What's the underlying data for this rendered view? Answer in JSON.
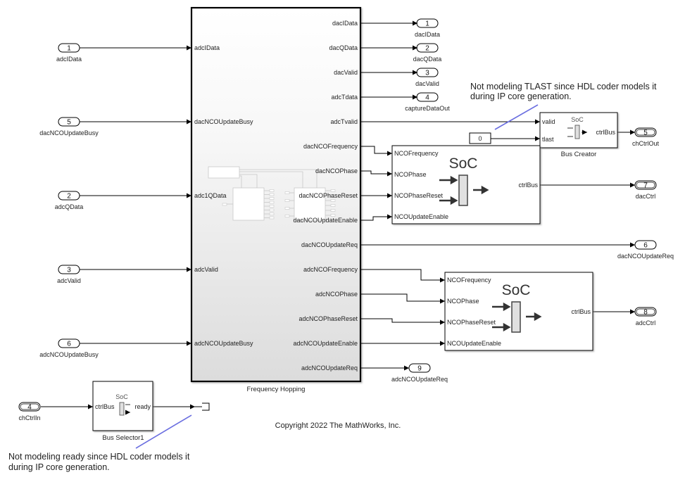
{
  "diagram": {
    "copyright": "Copyright 2022 The MathWorks, Inc.",
    "notes": {
      "tlast": [
        "Not modeling TLAST since HDL coder models it",
        "during IP core generation."
      ],
      "ready": [
        "Not modeling ready since HDL coder models it",
        "during IP core generation."
      ]
    },
    "inports": [
      {
        "num": "1",
        "name": "adcIData"
      },
      {
        "num": "5",
        "name": "dacNCOUpdateBusy"
      },
      {
        "num": "2",
        "name": "adcQData"
      },
      {
        "num": "3",
        "name": "adcValid"
      },
      {
        "num": "6",
        "name": "adcNCOUpdateBusy"
      },
      {
        "num": "4",
        "name": "chCtrlIn"
      }
    ],
    "outports": [
      {
        "num": "1",
        "name": "dacIData"
      },
      {
        "num": "2",
        "name": "dacQData"
      },
      {
        "num": "3",
        "name": "dacValid"
      },
      {
        "num": "4",
        "name": "captureDataOut"
      },
      {
        "num": "5",
        "name": "chCtrlOut"
      },
      {
        "num": "7",
        "name": "dacCtrl"
      },
      {
        "num": "6",
        "name": "dacNCOUpdateReq"
      },
      {
        "num": "8",
        "name": "adcCtrl"
      },
      {
        "num": "9",
        "name": "adcNCOUpdateReq"
      }
    ],
    "freq_hopping": {
      "name": "Frequency Hopping",
      "inputs": [
        "adcIData",
        "dacNCOUpdateBusy",
        "adc1QData",
        "adcValid",
        "adcNCOUpdateBusy"
      ],
      "outputs": [
        "dacIData",
        "dacQData",
        "dacValid",
        "adcTdata",
        "adcTvalid",
        "dacNCOFrequency",
        "dacNCOPhase",
        "dacNCOPhaseReset",
        "dacNCOUpdateEnable",
        "dacNCOUpdateReq",
        "adcNCOFrequency",
        "adcNCOPhase",
        "adcNCOPhaseReset",
        "adcNCOUpdateEnable",
        "adcNCOUpdateReq"
      ]
    },
    "bus_creator": {
      "name": "Bus Creator",
      "icon_text": "SoC",
      "inputs": [
        "valid",
        "tlast"
      ],
      "output": "ctrlBus"
    },
    "constant": {
      "value": "0"
    },
    "dac_ctrl_block": {
      "icon_text": "SoC",
      "inputs": [
        "NCOFrequency",
        "NCOPhase",
        "NCOPhaseReset",
        "NCOUpdateEnable"
      ],
      "output": "ctrlBus"
    },
    "adc_ctrl_block": {
      "icon_text": "SoC",
      "inputs": [
        "NCOFrequency",
        "NCOPhase",
        "NCOPhaseReset",
        "NCOUpdateEnable"
      ],
      "output": "ctrlBus"
    },
    "bus_selector": {
      "name": "Bus Selector1",
      "icon_text": "SoC",
      "input": "ctrlBus",
      "output": "ready"
    }
  }
}
